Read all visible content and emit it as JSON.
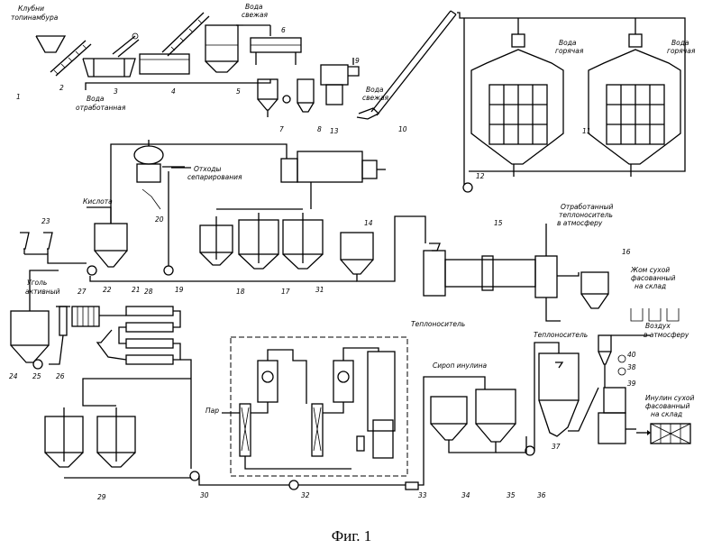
{
  "caption": "Фиг. 1",
  "labels": {
    "topinambur": [
      "Клубни",
      "топинамбура"
    ],
    "fresh_water_1": [
      "Вода",
      "свежая"
    ],
    "fresh_water_2": [
      "Вода",
      "свежая"
    ],
    "waste_water": [
      "Вода",
      "отработанная"
    ],
    "hot_water_1": [
      "Вода",
      "горячая"
    ],
    "hot_water_2": [
      "Вода",
      "горячая"
    ],
    "separation_waste": [
      "Отходы",
      "сепарирования"
    ],
    "acid": "Кислота",
    "coal": [
      "Уголь",
      "активный"
    ],
    "spent_heat": [
      "Отработанный",
      "теплоноситель",
      "в атмосферу"
    ],
    "pulp": [
      "Жом сухой",
      "фасованный",
      "на склад"
    ],
    "heat_carrier_1": "Теплоноситель",
    "heat_carrier_2": "Теплоноситель",
    "air_out": [
      "Воздух",
      "в атмосферу"
    ],
    "steam": "Пар",
    "inulin_syrup": "Сироп инулина",
    "inulin_dry": [
      "Инулин сухой",
      "фасованный",
      "на склад"
    ]
  },
  "numbers": [
    "1",
    "2",
    "3",
    "4",
    "5",
    "6",
    "7",
    "8",
    "9",
    "10",
    "11",
    "12",
    "13",
    "14",
    "15",
    "16",
    "17",
    "18",
    "19",
    "20",
    "21",
    "22",
    "23",
    "24",
    "25",
    "26",
    "27",
    "28",
    "29",
    "30",
    "31",
    "32",
    "33",
    "34",
    "35",
    "36",
    "37",
    "38",
    "39",
    "40"
  ]
}
